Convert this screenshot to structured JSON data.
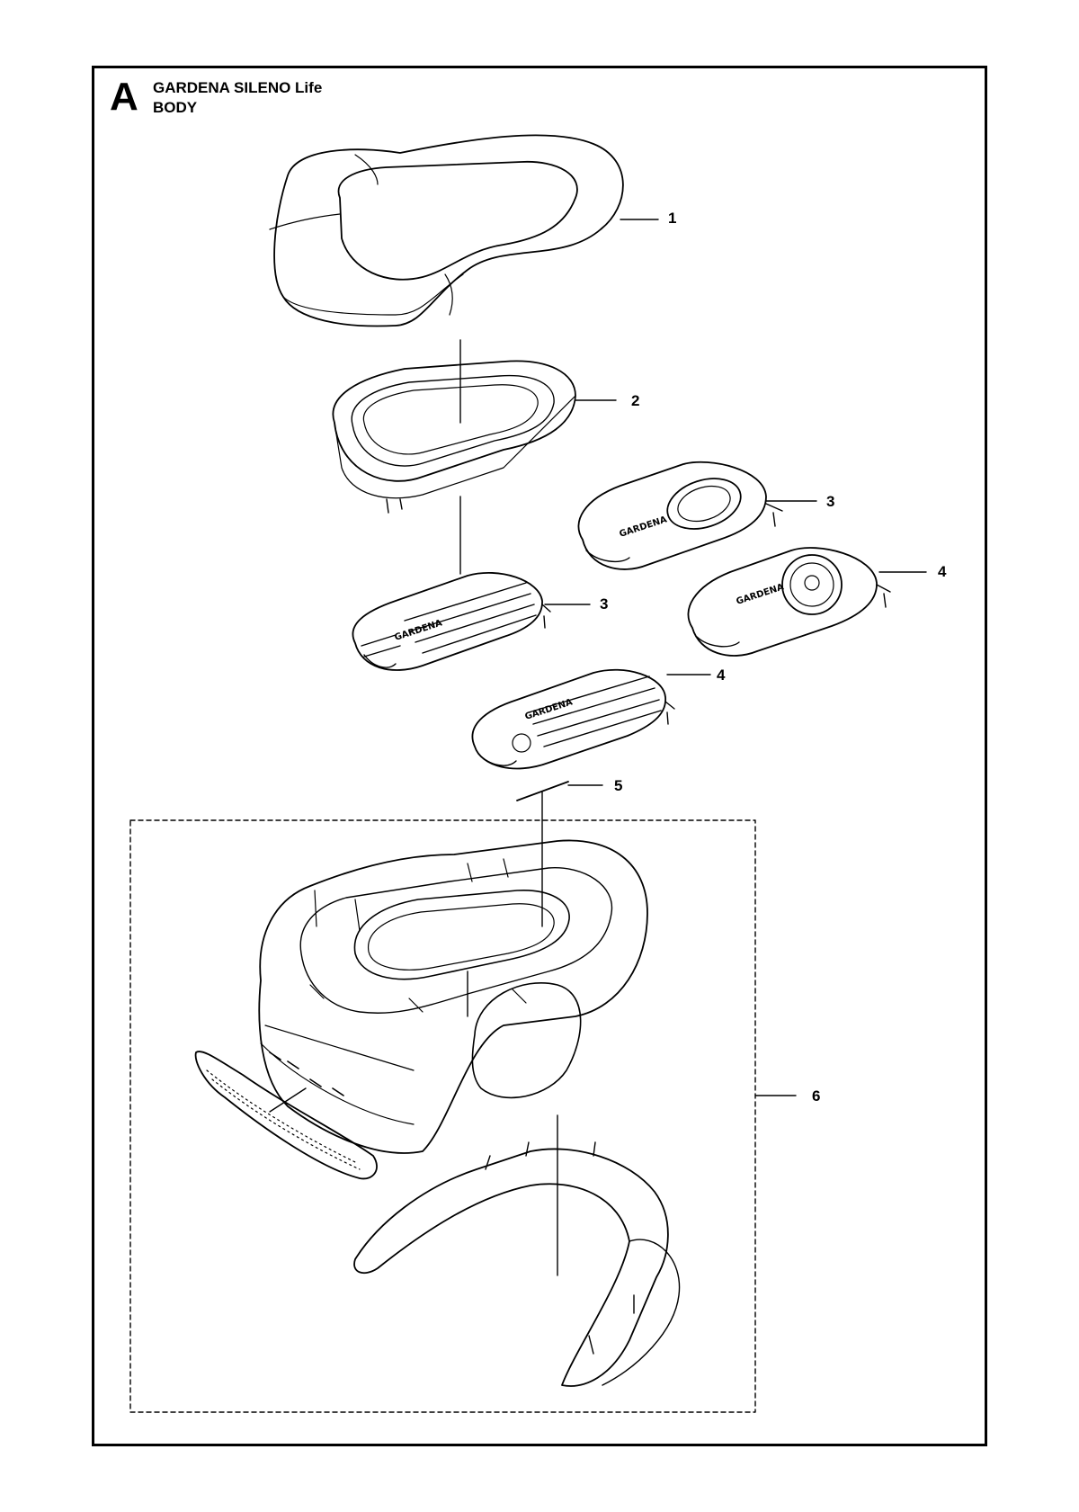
{
  "header": {
    "section_letter": "A",
    "title": "GARDENA SILENO Life",
    "subtitle": "BODY"
  },
  "parts": [
    {
      "number": "1",
      "part": "top-cover"
    },
    {
      "number": "2",
      "part": "display-frame"
    },
    {
      "number": "3",
      "part": "hatch-cover-round"
    },
    {
      "number": "4",
      "part": "hatch-cover-bluetooth"
    },
    {
      "number": "3",
      "part": "hatch-cover-ribbed"
    },
    {
      "number": "4",
      "part": "hatch-cover-ribbed-bluetooth"
    },
    {
      "number": "5",
      "part": "cable"
    },
    {
      "number": "6",
      "part": "body-assembly"
    }
  ],
  "logo_text": "GARDENA"
}
